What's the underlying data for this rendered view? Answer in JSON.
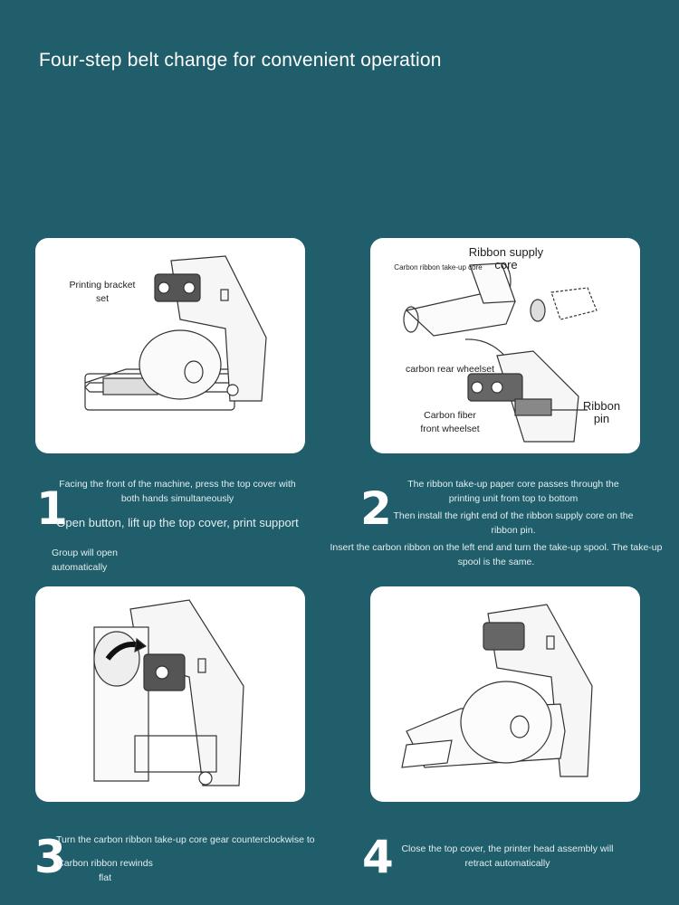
{
  "title": "Four-step belt change for convenient operation",
  "step1": {
    "number": "1",
    "label_bracket": "Printing bracket set",
    "line1": "Facing the front of the machine, press the top cover with both hands simultaneously",
    "line2": "Open button, lift up the top cover, print support",
    "line3": "Group will open automatically"
  },
  "step2": {
    "number": "2",
    "label_supply": "Ribbon supply core",
    "label_takeup": "Carbon ribbon take-up core",
    "label_rear": "carbon rear wheelset",
    "label_front": "Carbon fiber front wheelset",
    "label_pin": "Ribbon pin",
    "line1": "The ribbon take-up paper core passes through the printing unit from top to bottom",
    "line2": "Then install the right end of the ribbon supply core on the ribbon pin.",
    "line3": "Insert the carbon ribbon on the left end and turn the take-up spool. The take-up spool is the same."
  },
  "step3": {
    "number": "3",
    "line1": "Turn the carbon ribbon take-up core gear counterclockwise to",
    "line2": "Carbon ribbon rewinds flat"
  },
  "step4": {
    "number": "4",
    "line1": "Close the top cover, the printer head assembly will retract automatically"
  }
}
